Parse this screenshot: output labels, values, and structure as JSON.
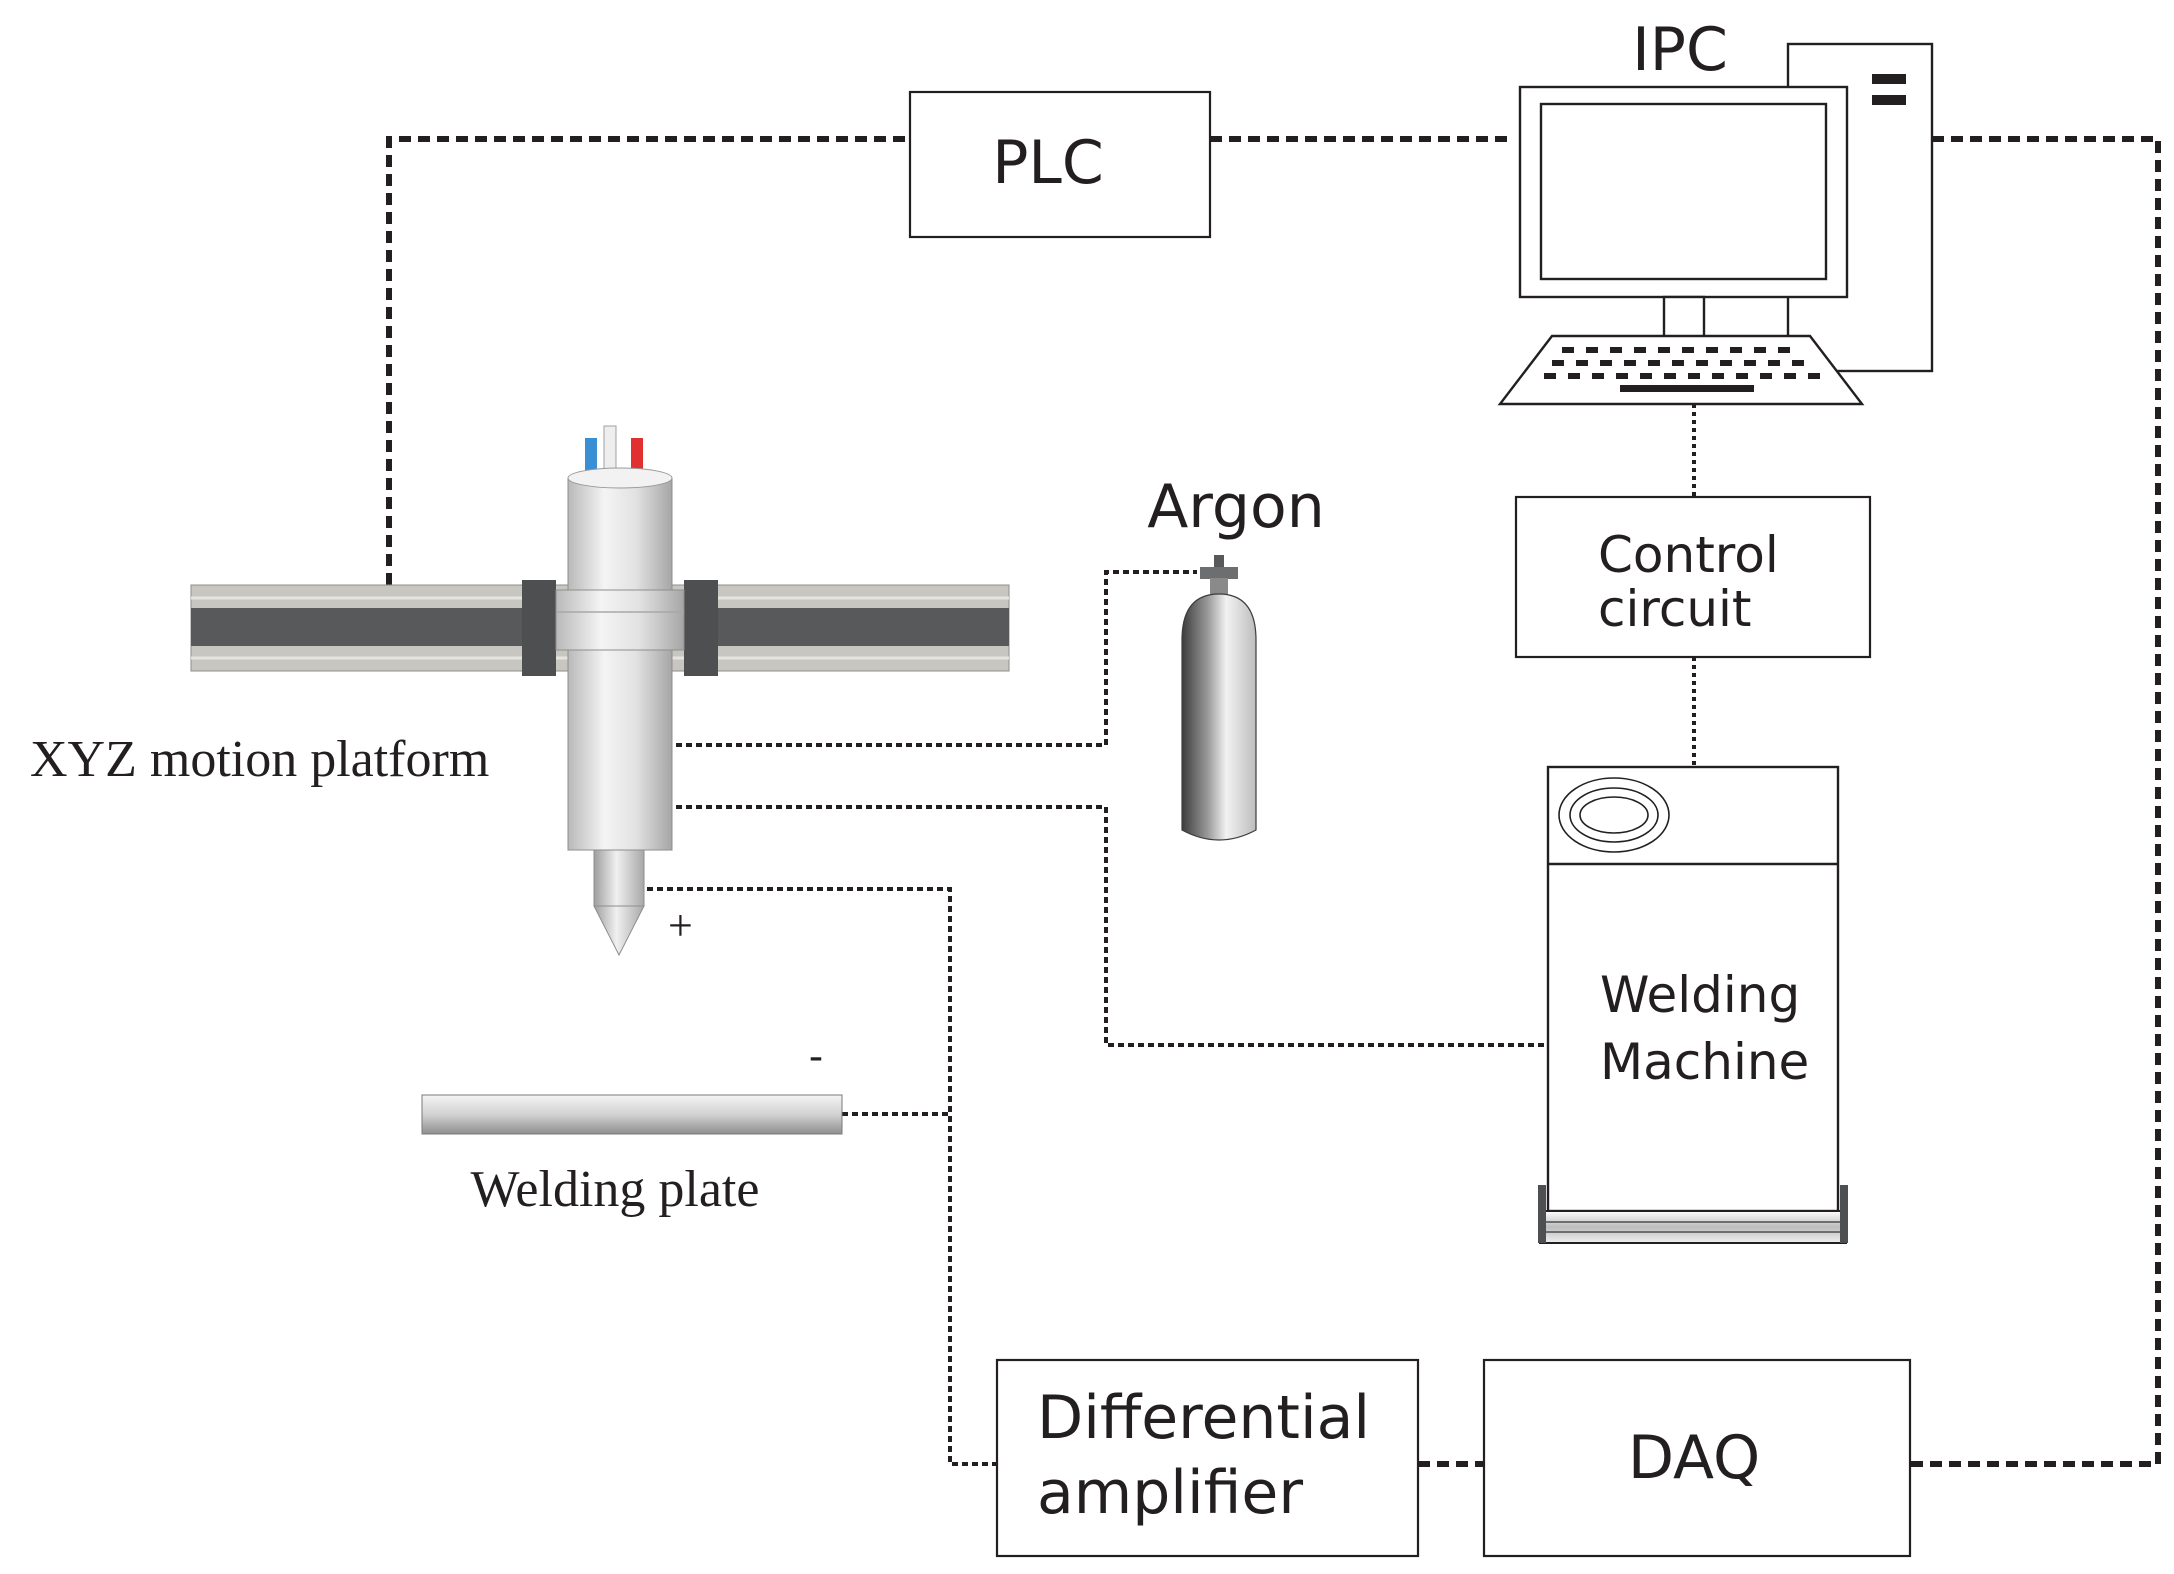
{
  "labels": {
    "plc": "PLC",
    "ipc": "IPC",
    "argon": "Argon",
    "control_circuit_line1": "Control",
    "control_circuit_line2": "circuit",
    "welding_machine_line1": "Welding",
    "welding_machine_line2": "Machine",
    "xyz_platform": "XYZ motion  platform",
    "welding_plate": "Welding plate",
    "plus": "+",
    "minus": "-",
    "differential_line1": "Differential",
    "differential_line2": "amplifier",
    "daq": "DAQ"
  },
  "colors": {
    "line": "#231f20",
    "rail_dark": "#58595b",
    "rail_light": "#c8c6c0",
    "bracket": "#4d4f50",
    "hose_blue": "#3a8fd4",
    "hose_red": "#e0302f"
  }
}
